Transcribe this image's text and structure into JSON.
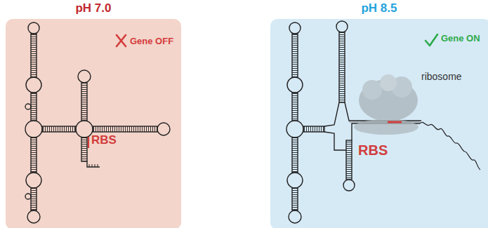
{
  "diagram": {
    "nodes": [
      {
        "text": [
          "pH 7.0",
          "Gene OFF",
          "RBS"
        ]
      },
      {
        "text": [
          "pH 8.5",
          "Gene ON",
          "ribosome",
          "RBS"
        ]
      }
    ]
  }
}
